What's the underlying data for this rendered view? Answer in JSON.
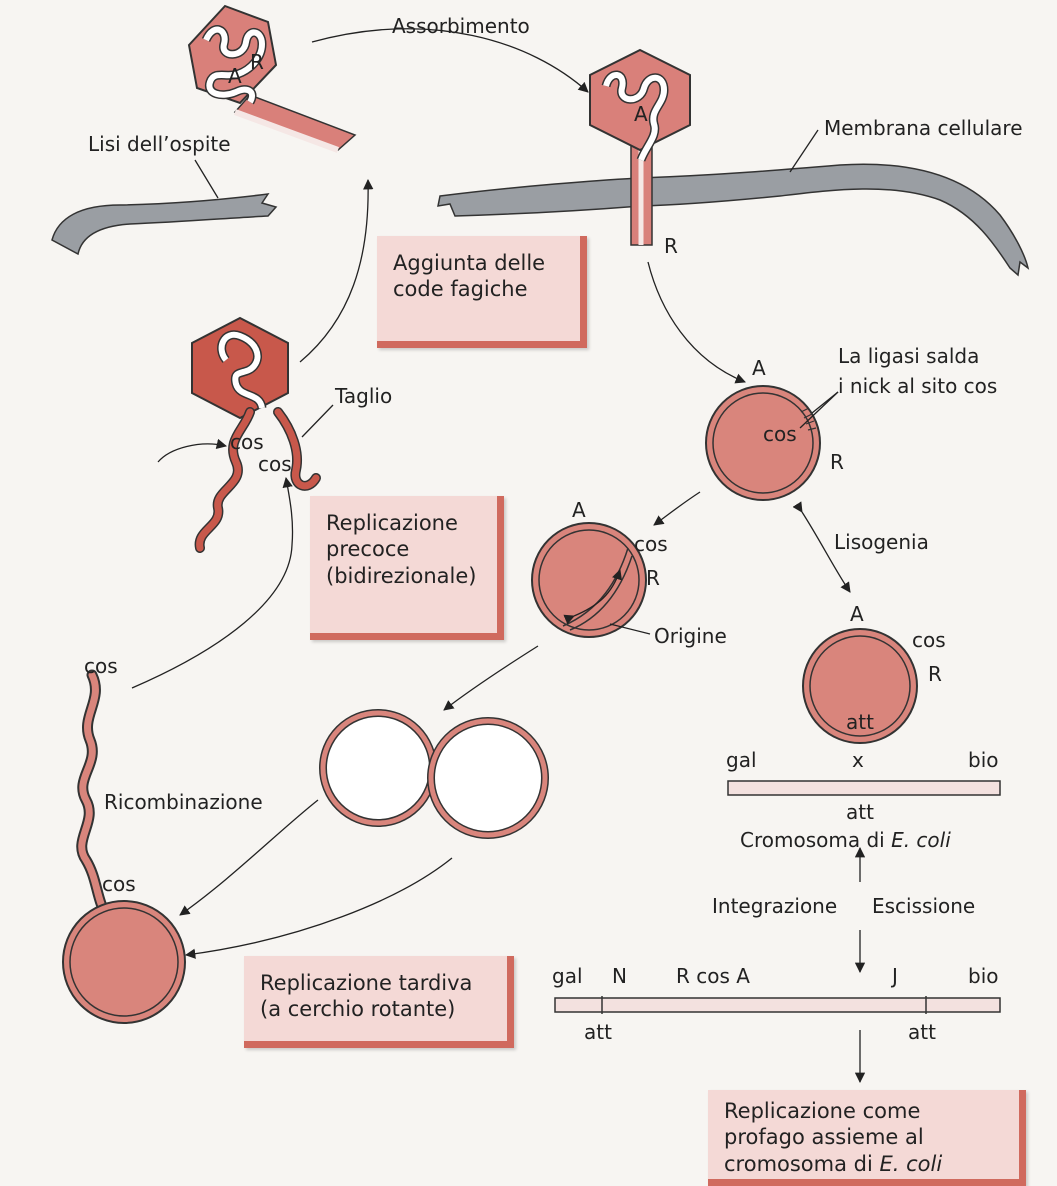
{
  "labels": {
    "absorption": "Assorbimento",
    "host_lysis": "Lisi dell’ospite",
    "cell_membrane": "Membrana cellulare",
    "ligase_line1": "La ligasi salda",
    "ligase_line2": "i nick al sito cos",
    "cut": "Taglio",
    "lysogeny": "Lisogenia",
    "origin": "Origine",
    "recombination": "Ricombinazione",
    "e_coli_chromosome": "Cromosoma di ",
    "e_coli_species": "E. coli",
    "integration": "Integrazione",
    "excision": "Escissione"
  },
  "markers": {
    "A": "A",
    "R": "R",
    "cos": "cos",
    "att": "att",
    "x": "x",
    "gal": "gal",
    "bio": "bio",
    "N": "N",
    "J": "J",
    "R_cos_A": "R cos A"
  },
  "boxes": {
    "tails": {
      "line1": "Aggiunta delle",
      "line2": "code fagiche"
    },
    "early": {
      "line1": "Replicazione",
      "line2": "precoce",
      "line3": "(bidirezionale)"
    },
    "late": {
      "line1": "Replicazione tardiva",
      "line2": "(a cerchio rotante)"
    },
    "prophage": {
      "line1": "Replicazione come",
      "line2": "profago assieme al",
      "line3": "cromosoma di ",
      "line3_italic": "E. coli"
    }
  },
  "colors": {
    "phage_fill": "#d9807a",
    "phage_dark": "#c8584b",
    "circle_fill": "#d9857c",
    "membrane": "#9a9ea3",
    "box_fill": "#f4d9d6",
    "box_edge": "#d06a5e",
    "chromosome_fill": "#f3e1df"
  }
}
